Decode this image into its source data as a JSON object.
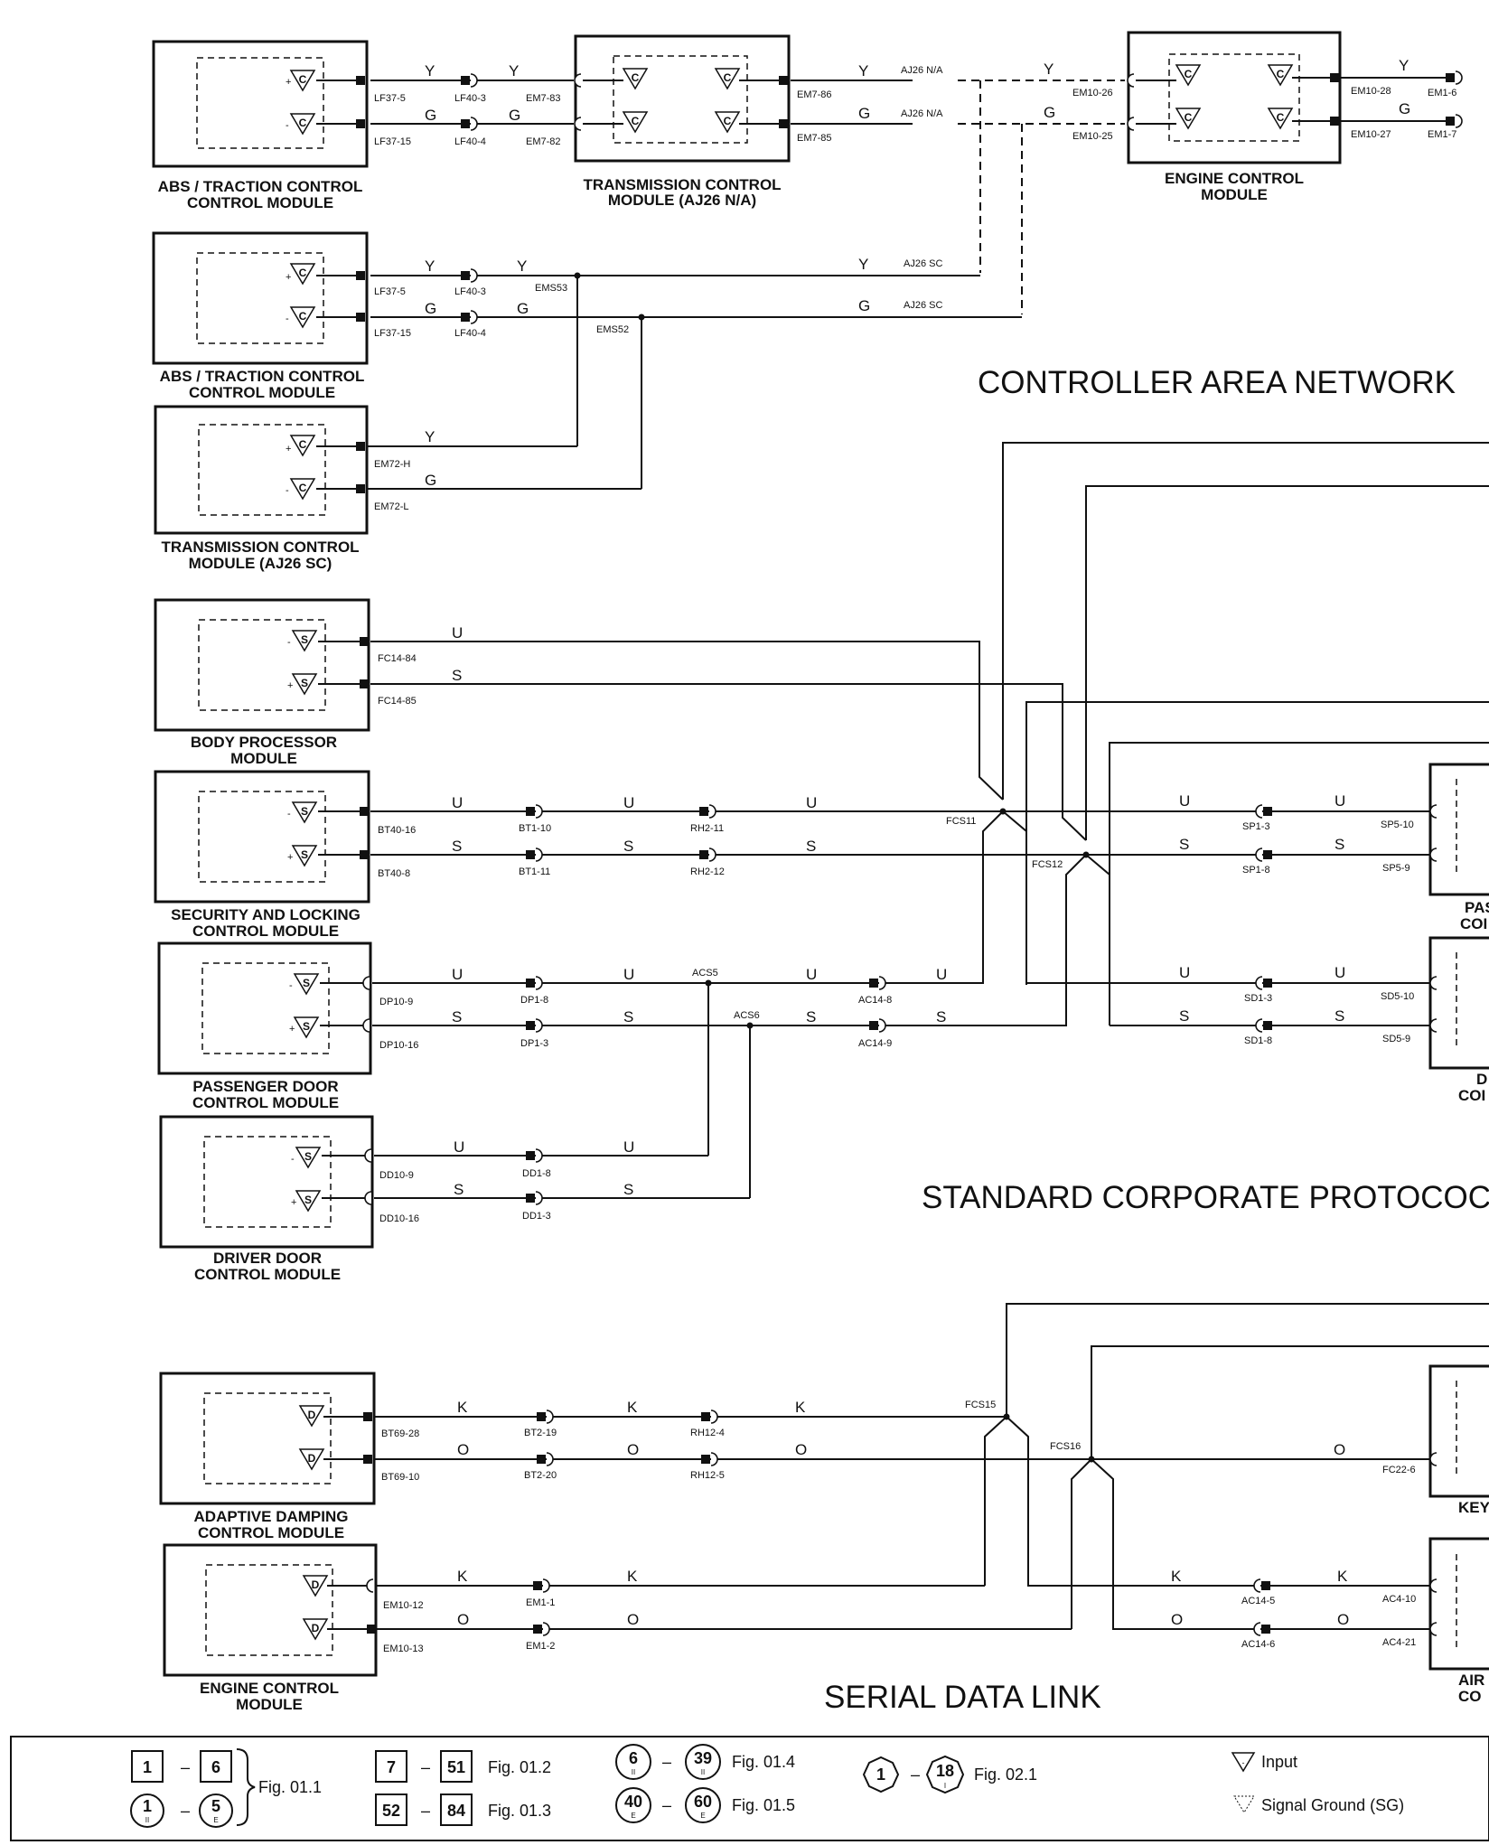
{
  "networks": {
    "can": "CONTROLLER AREA NETWORK",
    "scp": "STANDARD CORPORATE PROTOCOC",
    "sdl": "SERIAL DATA LINK"
  },
  "modules": {
    "abs_na": {
      "l1": "ABS / TRACTION CONTROL",
      "l2": "CONTROL MODULE",
      "pins": [
        "LF37-5",
        "LF37-15"
      ]
    },
    "tcm_na": {
      "l1": "TRANSMISSION CONTROL",
      "l2": "MODULE (AJ26 N/A)",
      "pins_in": [
        "EM7-83",
        "EM7-82"
      ],
      "pins_out": [
        "EM7-86",
        "EM7-85"
      ]
    },
    "ecm_can": {
      "l1": "ENGINE CONTROL",
      "l2": "MODULE",
      "pins_in": [
        "EM10-26",
        "EM10-25"
      ],
      "pins_out": [
        "EM10-28",
        "EM10-27"
      ]
    },
    "abs_sc": {
      "l1": "ABS / TRACTION CONTROL",
      "l2": "CONTROL MODULE",
      "pins": [
        "LF37-5",
        "LF37-15"
      ]
    },
    "tcm_sc": {
      "l1": "TRANSMISSION CONTROL",
      "l2": "MODULE (AJ26 SC)",
      "pins": [
        "EM72-H",
        "EM72-L"
      ]
    },
    "bpm": {
      "l1": "BODY PROCESSOR",
      "l2": "MODULE",
      "pins": [
        "FC14-84",
        "FC14-85"
      ]
    },
    "slcm": {
      "l1": "SECURITY AND LOCKING",
      "l2": "CONTROL MODULE",
      "pins": [
        "BT40-16",
        "BT40-8"
      ]
    },
    "pdcm": {
      "l1": "PASSENGER DOOR",
      "l2": "CONTROL MODULE",
      "pins": [
        "DP10-9",
        "DP10-16"
      ]
    },
    "ddcm": {
      "l1": "DRIVER DOOR",
      "l2": "CONTROL MODULE",
      "pins": [
        "DD10-9",
        "DD10-16"
      ]
    },
    "adcm": {
      "l1": "ADAPTIVE DAMPING",
      "l2": "CONTROL MODULE",
      "pins": [
        "BT69-28",
        "BT69-10"
      ]
    },
    "ecm_sdl": {
      "l1": "ENGINE CONTROL",
      "l2": "MODULE",
      "pins": [
        "EM10-12",
        "EM10-13"
      ]
    },
    "r_pas": {
      "l1": "PAS",
      "l2": "COI",
      "pins": [
        "SP5-10",
        "SP5-9"
      ]
    },
    "r_d": {
      "l1": "D",
      "l2": "COI",
      "pins": [
        "SD5-10",
        "SD5-9"
      ]
    },
    "r_key": {
      "l1": "KEY",
      "pins": [
        "FC22-6"
      ]
    },
    "r_air": {
      "l1": "AIR",
      "l2": "CO",
      "pins": [
        "AC4-10",
        "AC4-21"
      ]
    }
  },
  "connectors": {
    "can": [
      "LF40-3",
      "LF40-4",
      "EM1-6",
      "EM1-7"
    ],
    "can_sc": [
      "LF40-3",
      "LF40-4"
    ],
    "slcm": [
      "BT1-10",
      "BT1-11",
      "RH2-11",
      "RH2-12"
    ],
    "pdcm": [
      "DP1-8",
      "DP1-3",
      "AC14-8",
      "AC14-9"
    ],
    "ddcm": [
      "DD1-8",
      "DD1-3"
    ],
    "right_scp": [
      "SP1-3",
      "SP1-8",
      "SD1-3",
      "SD1-8"
    ],
    "adcm": [
      "BT2-19",
      "BT2-20",
      "RH12-4",
      "RH12-5"
    ],
    "ecm_sdl": [
      "EM1-1",
      "EM1-2"
    ],
    "right_sdl": [
      "AC14-5",
      "AC14-6"
    ]
  },
  "splices": {
    "ems53": "EMS53",
    "ems52": "EMS52",
    "fcs11": "FCS11",
    "fcs12": "FCS12",
    "acs5": "ACS5",
    "acs6": "ACS6",
    "fcs15": "FCS15",
    "fcs16": "FCS16"
  },
  "wire_tags": {
    "an_y": "AJ26 N/A",
    "an_g": "AJ26 N/A",
    "sc_y": "AJ26 SC",
    "sc_g": "AJ26 SC"
  },
  "colors": {
    "y": "Y",
    "g": "G",
    "u": "U",
    "s": "S",
    "k": "K",
    "o": "O"
  },
  "symbols": {
    "can": "C",
    "scp": "S",
    "sdl": "D",
    "plus": "+",
    "minus": "-"
  },
  "legend": {
    "g1": {
      "a": "1",
      "b": "6",
      "c": "1",
      "d": "5",
      "ca": "II",
      "da": "E",
      "fig": "Fig. 01.1"
    },
    "g2": {
      "a": "7",
      "b": "51",
      "fig": "Fig. 01.2"
    },
    "g3": {
      "a": "52",
      "b": "84",
      "fig": "Fig. 01.3"
    },
    "g4": {
      "a": "6",
      "aa": "II",
      "b": "39",
      "ba": "II",
      "fig": "Fig. 01.4"
    },
    "g5": {
      "a": "40",
      "aa": "E",
      "b": "60",
      "ba": "E",
      "fig": "Fig. 01.5"
    },
    "g6": {
      "a": "1",
      "b": "18",
      "ba": "I",
      "fig": "Fig. 02.1"
    },
    "dash": "–",
    "input": "Input",
    "sg": "Signal Ground (SG)"
  }
}
